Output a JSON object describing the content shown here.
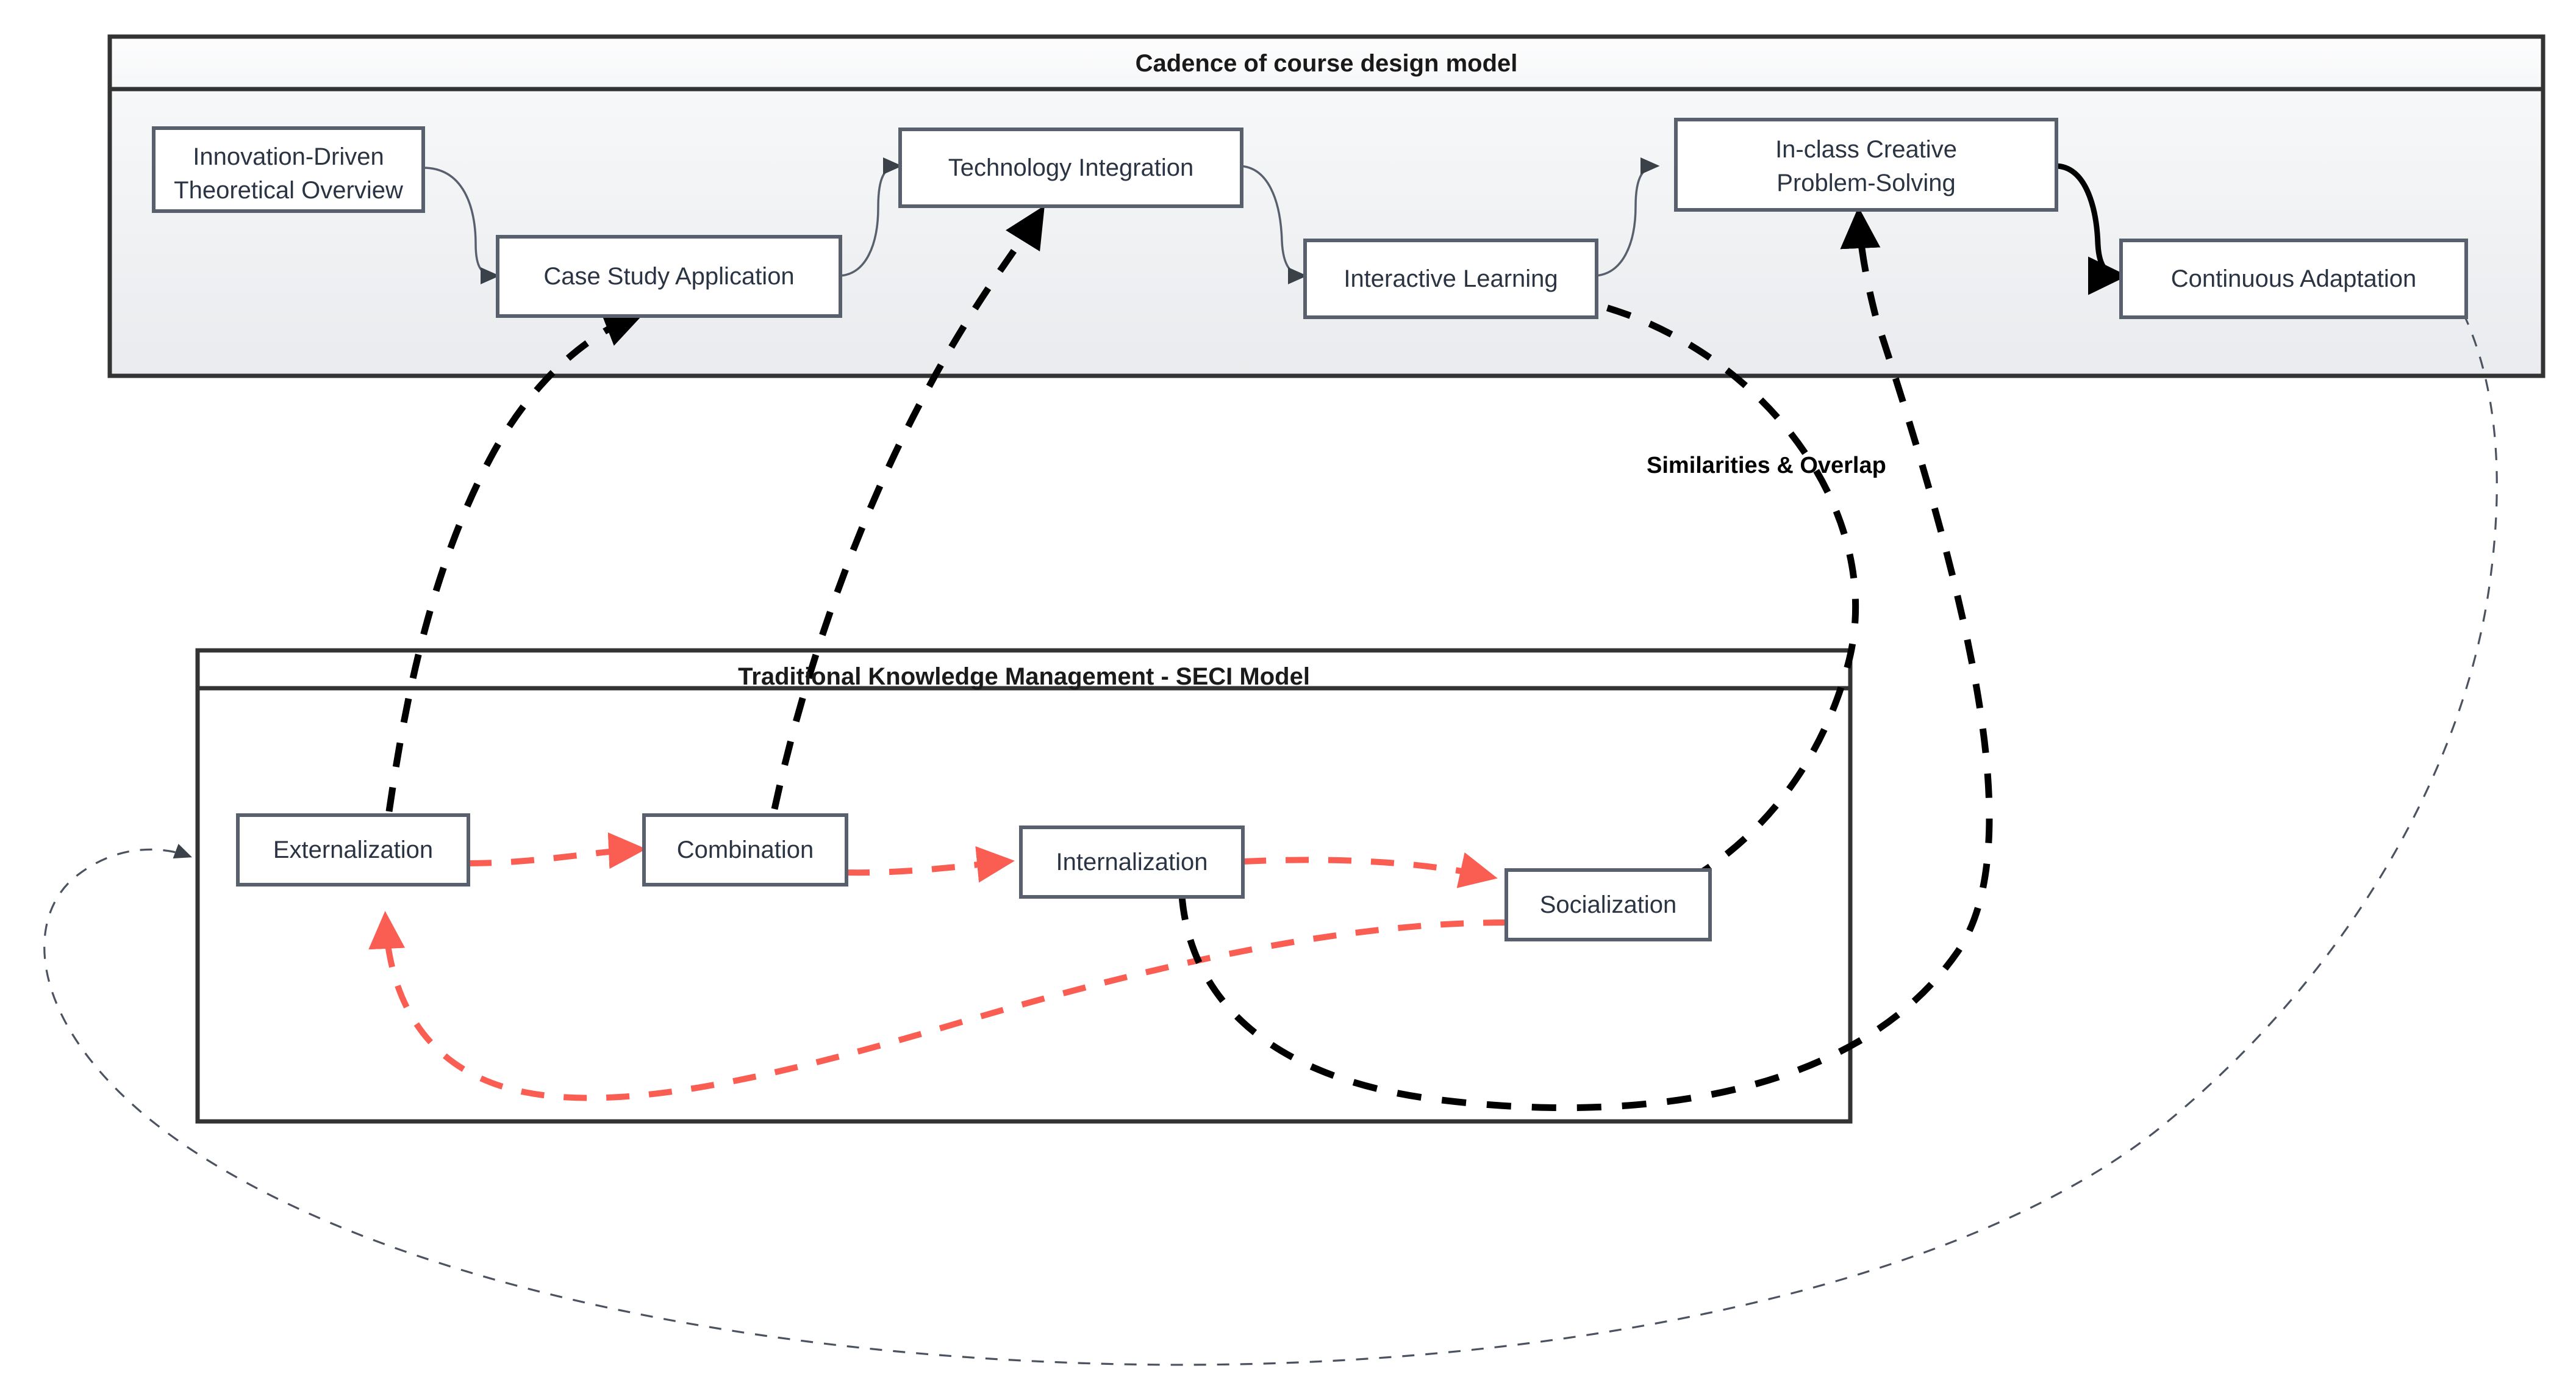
{
  "diagram": {
    "type": "comparison-flow-diagram",
    "colors": {
      "node_border": "#58606e",
      "node_fill": "#ffffff",
      "container_border": "#333333",
      "top_container_fill": "#eef0f2",
      "seci_flow_arrow": "#fa5d52",
      "mapping_arrow": "#000000",
      "feedback_arrow": "#4b5260"
    },
    "containers": [
      {
        "id": "cadence",
        "title": "Cadence of course design model",
        "nodes": [
          {
            "id": "innovation",
            "label_line1": "Innovation-Driven",
            "label_line2": "Theoretical Overview"
          },
          {
            "id": "case-study",
            "label_line1": "Case Study Application",
            "label_line2": ""
          },
          {
            "id": "technology",
            "label_line1": "Technology Integration",
            "label_line2": ""
          },
          {
            "id": "interactive",
            "label_line1": "Interactive Learning",
            "label_line2": ""
          },
          {
            "id": "in-class",
            "label_line1": "In-class Creative",
            "label_line2": "Problem-Solving"
          },
          {
            "id": "continuous",
            "label_line1": "Continuous Adaptation",
            "label_line2": ""
          }
        ]
      },
      {
        "id": "seci",
        "title": "Traditional Knowledge Management - SECI Model",
        "nodes": [
          {
            "id": "externalization",
            "label_line1": "Externalization",
            "label_line2": ""
          },
          {
            "id": "combination",
            "label_line1": "Combination",
            "label_line2": ""
          },
          {
            "id": "internalization",
            "label_line1": "Internalization",
            "label_line2": ""
          },
          {
            "id": "socialization",
            "label_line1": "Socialization",
            "label_line2": ""
          }
        ]
      }
    ],
    "edge_labels": [
      {
        "id": "similarities",
        "text": "Similarities & Overlap"
      }
    ],
    "edges": [
      {
        "from": "innovation",
        "to": "case-study",
        "style": "solid-thin"
      },
      {
        "from": "case-study",
        "to": "technology",
        "style": "solid-thin"
      },
      {
        "from": "technology",
        "to": "interactive",
        "style": "solid-thin"
      },
      {
        "from": "interactive",
        "to": "in-class",
        "style": "solid-thin"
      },
      {
        "from": "in-class",
        "to": "continuous",
        "style": "solid-black"
      },
      {
        "from": "externalization",
        "to": "combination",
        "style": "dashed-red"
      },
      {
        "from": "combination",
        "to": "internalization",
        "style": "dashed-red"
      },
      {
        "from": "internalization",
        "to": "socialization",
        "style": "dashed-red"
      },
      {
        "from": "socialization",
        "to": "externalization",
        "style": "dashed-red"
      },
      {
        "from": "externalization",
        "to": "case-study",
        "style": "dashed-black"
      },
      {
        "from": "combination",
        "to": "technology",
        "style": "dashed-black"
      },
      {
        "from": "socialization",
        "to": "interactive",
        "style": "dashed-black"
      },
      {
        "from": "internalization",
        "to": "in-class",
        "style": "dashed-black"
      },
      {
        "from": "continuous",
        "to": "seci",
        "style": "dashed-thin"
      }
    ]
  }
}
